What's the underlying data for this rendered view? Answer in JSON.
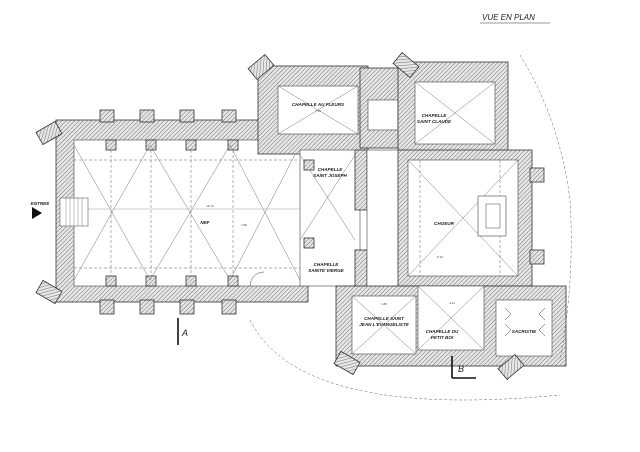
{
  "title": "VUE EN PLAN",
  "rooms": {
    "nef": "NEF",
    "entree": "ENTREE",
    "chapelle_fleurs": "CHAPELLE AU FLEURS",
    "chapelle_claude_1": "CHAPELLE",
    "chapelle_claude_2": "SAINT CLAUDE",
    "chapelle_joseph_1": "CHAPELLE",
    "chapelle_joseph_2": "SAINT JOSEPH",
    "chapelle_vierge_1": "CHAPELLE",
    "chapelle_vierge_2": "SAINTE VIERGE",
    "choeur": "CHOEUR",
    "chapelle_jean_1": "CHAPELLE SAINT",
    "chapelle_jean_2": "JEAN L'EVANGELISTE",
    "chapelle_petit_1": "CHAPELLE DU",
    "chapelle_petit_2": "PETIT BOI",
    "sacristie": "SACRISTIE"
  },
  "section_marks": {
    "a": "A",
    "b": "B"
  },
  "dimensions": {
    "nave_length": "16.70",
    "nave_width": "7.80",
    "choeur_width": "8.10",
    "fleurs_width": "7.50",
    "petit_width": "4.21",
    "jean_width": "4.80"
  },
  "colors": {
    "ink": "#333333",
    "hatch": "#555555"
  }
}
